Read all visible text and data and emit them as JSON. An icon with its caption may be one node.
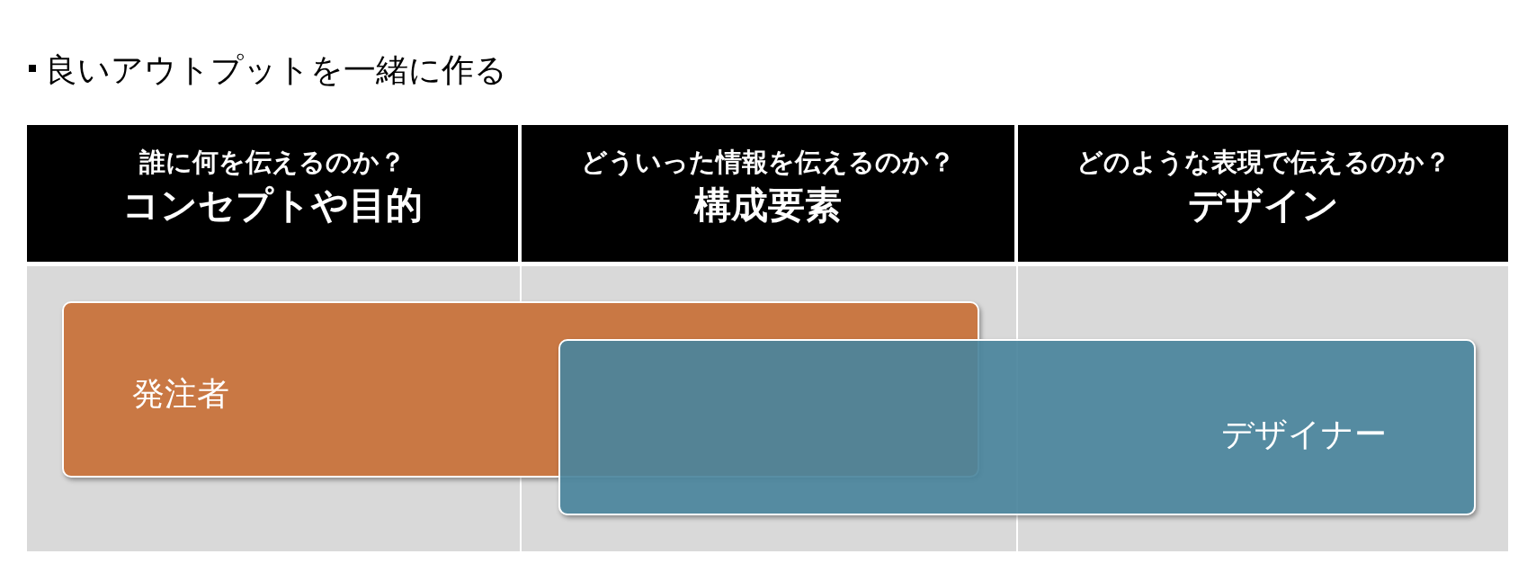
{
  "diagram": {
    "title": "良いアウトプットを一緒に作る",
    "nodes": [
      {
        "text": [
          "誰に何を伝えるのか？",
          "コンセプトや目的"
        ]
      },
      {
        "text": [
          "どういった情報を伝えるのか？",
          "構成要素"
        ]
      },
      {
        "text": [
          "どのような表現で伝えるのか？",
          "デザイン"
        ]
      },
      {
        "text": [
          "発注者"
        ]
      },
      {
        "text": [
          "デザイナー"
        ]
      }
    ]
  }
}
